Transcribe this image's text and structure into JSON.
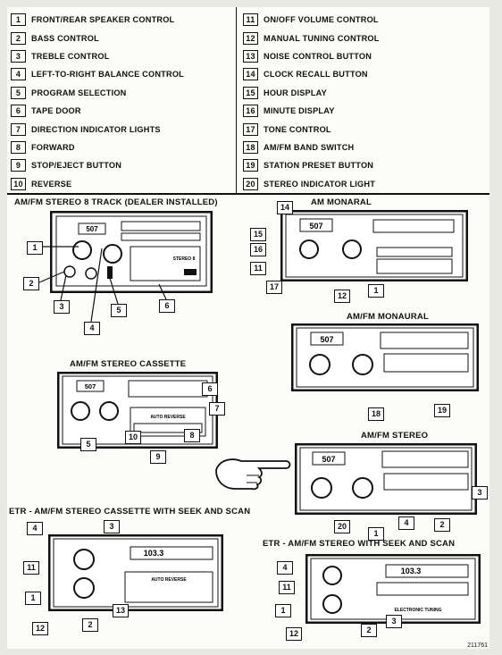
{
  "legend": [
    {
      "num": "1",
      "label": "FRONT/REAR SPEAKER CONTROL"
    },
    {
      "num": "2",
      "label": "BASS CONTROL"
    },
    {
      "num": "3",
      "label": "TREBLE CONTROL"
    },
    {
      "num": "4",
      "label": "LEFT-TO-RIGHT BALANCE CONTROL"
    },
    {
      "num": "5",
      "label": "PROGRAM SELECTION"
    },
    {
      "num": "6",
      "label": "TAPE DOOR"
    },
    {
      "num": "7",
      "label": "DIRECTION INDICATOR LIGHTS"
    },
    {
      "num": "8",
      "label": "FORWARD"
    },
    {
      "num": "9",
      "label": "STOP/EJECT BUTTON"
    },
    {
      "num": "10",
      "label": "REVERSE"
    },
    {
      "num": "11",
      "label": "ON/OFF VOLUME CONTROL"
    },
    {
      "num": "12",
      "label": "MANUAL TUNING CONTROL"
    },
    {
      "num": "13",
      "label": "NOISE CONTROL BUTTON"
    },
    {
      "num": "14",
      "label": "CLOCK RECALL BUTTON"
    },
    {
      "num": "15",
      "label": "HOUR DISPLAY"
    },
    {
      "num": "16",
      "label": "MINUTE DISPLAY"
    },
    {
      "num": "17",
      "label": "TONE CONTROL"
    },
    {
      "num": "18",
      "label": "AM/FM BAND SWITCH"
    },
    {
      "num": "19",
      "label": "STATION PRESET BUTTON"
    },
    {
      "num": "20",
      "label": "STEREO INDICATOR LIGHT"
    }
  ],
  "radios": {
    "eight_track": {
      "title": "AM/FM STEREO 8 TRACK (DEALER INSTALLED)",
      "display": "507",
      "panel_text": "STEREO 8",
      "callouts": [
        "1",
        "2",
        "3",
        "4",
        "5",
        "6"
      ]
    },
    "am_monaural": {
      "title": "AM MONARAL",
      "display": "507",
      "callouts": [
        "14",
        "15",
        "16",
        "11",
        "17",
        "12",
        "1"
      ]
    },
    "am_fm_monaural": {
      "title": "AM/FM MONAURAL",
      "display": "507",
      "callouts": [
        "18",
        "19"
      ]
    },
    "cassette": {
      "title": "AM/FM STEREO CASSETTE",
      "display": "507",
      "panel_text": "AUTO REVERSE",
      "callouts": [
        "6",
        "7",
        "5",
        "10",
        "9",
        "8"
      ]
    },
    "am_fm_stereo": {
      "title": "AM/FM STEREO",
      "display": "507",
      "callouts": [
        "3",
        "20",
        "1",
        "4",
        "2"
      ]
    },
    "etr_cassette": {
      "title": "ETR - AM/FM STEREO CASSETTE WITH SEEK AND SCAN",
      "display": "103.3",
      "panel_text": "AUTO REVERSE",
      "callouts": [
        "4",
        "3",
        "11",
        "1",
        "12",
        "2",
        "13"
      ]
    },
    "etr_stereo": {
      "title": "ETR - AM/FM STEREO WITH SEEK AND SCAN",
      "display": "103.3",
      "panel_text": "ELECTRONIC TUNING",
      "callouts": [
        "4",
        "11",
        "1",
        "12",
        "2",
        "3"
      ]
    }
  },
  "figure_code": "211761"
}
